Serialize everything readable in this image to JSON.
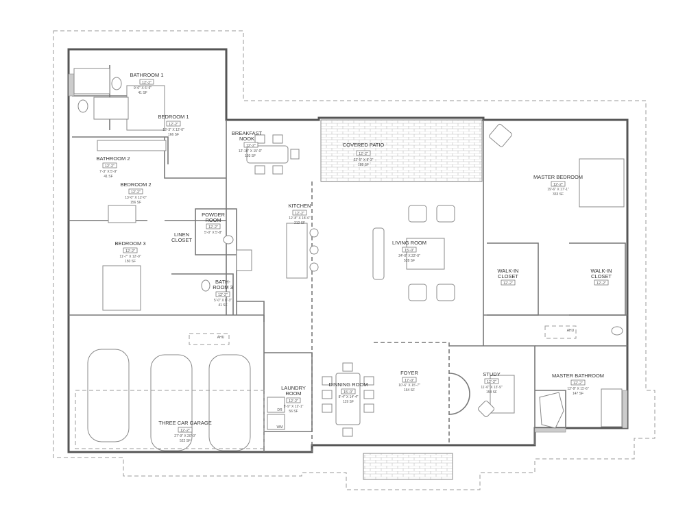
{
  "rooms": {
    "bathroom1": {
      "name": "BATHROOM 1",
      "ceiling": "12'-2\"",
      "dims": "9'-0\" X 6'-9\"",
      "area": "41 SF"
    },
    "bedroom1": {
      "name": "BEDROOM 1",
      "ceiling": "12'-2\"",
      "dims": "13'-3\" X 12'-0\"",
      "area": "166 SF"
    },
    "bathroom2": {
      "name": "BATHROOM 2",
      "ceiling": "12'-2\"",
      "dims": "7'-3\" X 5'-9\"",
      "area": "41 SF"
    },
    "bedroom2": {
      "name": "BEDROOM 2",
      "ceiling": "12'-2\"",
      "dims": "13'-0\" X 12'-0\"",
      "area": "156 SF"
    },
    "bedroom3": {
      "name": "BEDROOM 3",
      "ceiling": "12'-2\"",
      "dims": "11'-7\" X 12'-0\"",
      "area": "150 SF"
    },
    "linen": {
      "name1": "LINEN",
      "name2": "CLOSET"
    },
    "powder": {
      "name1": "POWDER",
      "name2": "ROOM",
      "ceiling": "12'-2\"",
      "dims": "5'-0\" X 5'-8\""
    },
    "bathroom3": {
      "name1": "BATH-",
      "name2": "ROOM 3",
      "ceiling": "12'-2\"",
      "dims": "5'-0\" X 8'-3\"",
      "area": "41 SF"
    },
    "nook": {
      "name1": "BREAKFAST",
      "name2": "NOOK",
      "ceiling": "12'-2\"",
      "dims": "12'-10\" X 15'-0\"",
      "area": "193 SF"
    },
    "patio": {
      "name": "COVERED PATIO",
      "ceiling": "12'-2\"",
      "dims": "22'-5\" X 8'-3\"",
      "area": "188 SF"
    },
    "kitchen": {
      "name": "KITCHEN",
      "ceiling": "12'-2\"",
      "dims": "12'-8\" X 18'-0\"",
      "area": "212 SF"
    },
    "living": {
      "name": "LIVING ROOM",
      "ceiling": "15'-0\"",
      "dims": "24'-0\" X 22'-0\"",
      "area": "528 SF"
    },
    "master_bedroom": {
      "name": "MASTER BEDROOM",
      "ceiling": "12'-2\"",
      "dims": "19'-6\" X 17'-1\"",
      "area": "333 SF"
    },
    "wic_left": {
      "name1": "WALK-IN",
      "name2": "CLOSET",
      "ceiling": "12'-2\""
    },
    "wic_right": {
      "name1": "WALK-IN",
      "name2": "CLOSET",
      "ceiling": "12'-2\""
    },
    "master_bath": {
      "name": "MASTER BATHROOM",
      "ceiling": "12'-2\"",
      "dims": "12'-9\" X 11'-6\"",
      "area": "147 SF"
    },
    "study": {
      "name": "STUDY",
      "ceiling": "12'-2\"",
      "dims": "11'-6\" X 13'-9\"",
      "area": "158 SF"
    },
    "foyer": {
      "name": "FOYER",
      "ceiling": "17'-0\"",
      "dims": "10'-6\" X 15'-7\"",
      "area": "164 SF"
    },
    "dining": {
      "name": "DINNING ROOM",
      "ceiling": "15'-0\"",
      "dims": "8'-4\" X 14'-4\"",
      "area": "119 SF"
    },
    "laundry": {
      "name1": "LAUNDRY",
      "name2": "ROOM",
      "ceiling": "12'-2\"",
      "dims": "5'-9\" X 12'-1\"",
      "area": "56 SF"
    },
    "garage": {
      "name": "THREE  CAR GARAGE",
      "ceiling": "12'-2\"",
      "dims": "27'-9\" X 20'-0\"",
      "area": "522 SF"
    }
  },
  "equipment": {
    "ahu_garage": "AHU",
    "ahu_master": "AHU",
    "dryer": "DR",
    "washer": "WM"
  }
}
